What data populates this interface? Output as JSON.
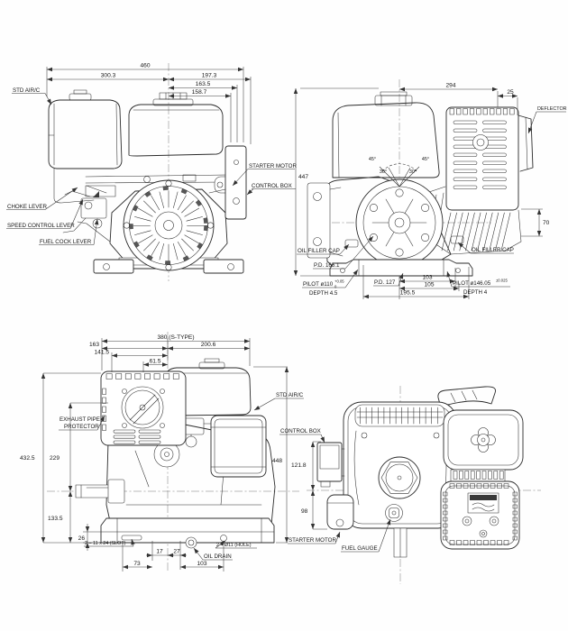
{
  "drawing": {
    "background": "#ffffff",
    "line_color": "#2b2b2b",
    "dim_color": "#3c3c3c"
  },
  "top_left_view": {
    "dims": {
      "d460": "460",
      "d3003": "300.3",
      "d1973": "197.3",
      "d1635": "163.5",
      "d1587": "158.7"
    },
    "labels": {
      "std_airc": "STD AIR/C",
      "choke_lever": "CHOKE LEVER",
      "speed_control_lever": "SPEED CONTROL LEVER",
      "fuel_cock_lever": "FUEL COCK LEVER",
      "starter_motor": "STARTER MOTOR",
      "control_box": "CONTROL BOX"
    }
  },
  "top_right_view": {
    "dims": {
      "d294": "294",
      "d25": "25",
      "d447": "447",
      "d70": "70",
      "a45_left": "45°",
      "a30_left": "30°",
      "a45_right": "45°",
      "a30_right": "30°",
      "pd_165": "P.D. 165.1",
      "pd_127": "P.D. 127",
      "d103": "103",
      "d105": "105",
      "d195_5": "195.5"
    },
    "labels": {
      "deflector": "DEFLECTOR",
      "oil_filler_cap_left": "OIL FILLER CAP",
      "oil_filler_cap_right": "OIL FILLER CAP",
      "pilot_left": "PILOT ø110",
      "pilot_left_tol_upper": "+0.05",
      "pilot_left_tol_lower": "0",
      "pilot_left_depth": "DEPTH 4.5",
      "pilot_right": "PILOT ø146.05",
      "pilot_right_tol": "±0.025",
      "pilot_right_depth": "DEPTH 4"
    }
  },
  "bottom_left_view": {
    "dims": {
      "d380": "380 (S-TYPE)",
      "d163": "163",
      "d200_6": "200.6",
      "d141_5": "141.5",
      "d61_5": "61.5",
      "d432_5": "432.5",
      "d229": "229",
      "d133_5": "133.5",
      "d26": "26",
      "d448": "448",
      "d17": "17",
      "d27": "27",
      "d73": "73",
      "d103": "103"
    },
    "labels": {
      "exhaust_pipe_line1": "EXHAUST PIPE",
      "exhaust_pipe_line2": "PROTECTOR",
      "std_airc": "STD AIR/C",
      "slot_note": "2 – 11 x 24 (SLOT)",
      "hole_note": "2 – Ø11 (HOLE)",
      "oil_drain": "OIL DRAIN"
    }
  },
  "bottom_right_view": {
    "dims": {
      "d121_8": "121.8",
      "d98": "98"
    },
    "labels": {
      "control_box": "CONTROL BOX",
      "starter_motor": "STARTER MOTOR",
      "fuel_gauge": "FUEL GAUGE"
    }
  }
}
